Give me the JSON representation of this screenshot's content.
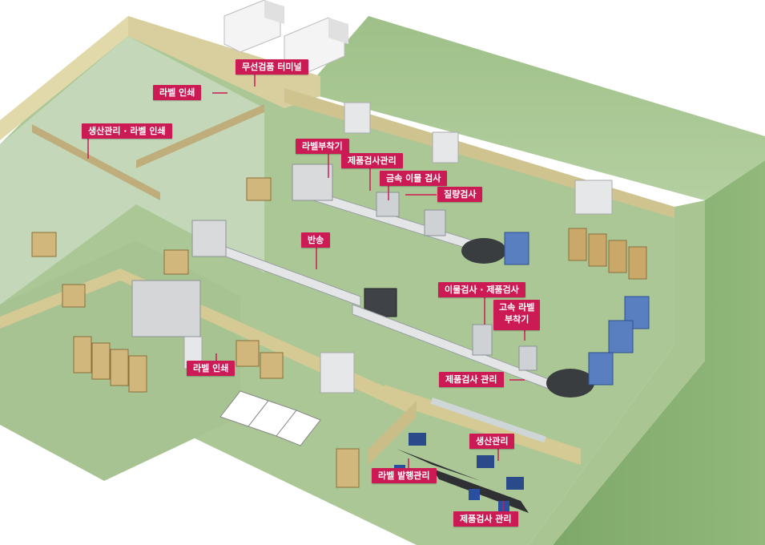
{
  "labels": {
    "wireless_terminal": "무선검품 터미널",
    "label_print_top": "라벨 인쇄",
    "prod_mgmt_label_print": "생산관리 · 라벨 인쇄",
    "label_attacher": "라벨부착기",
    "product_inspection_mgmt": "제품검사관리",
    "metal_detection": "금속 이물 검사",
    "weight_check": "질량검사",
    "conveyor": "반송",
    "foreign_product_inspection": "이물검사 · 제품검사",
    "high_speed_label_line1": "고속 라벨",
    "high_speed_label_line2": "부착기",
    "product_inspection_mgmt_2": "제품검사 관리",
    "label_print_bottom": "라벨 인쇄",
    "production_mgmt": "생산관리",
    "label_issue_mgmt": "라벨 발행관리",
    "product_inspection_mgmt_3": "제품검사 관리"
  },
  "colors": {
    "callout": "#cc1a55",
    "wall": "#d9cf9e",
    "floor": "#aac795",
    "outer_wall": "#8fb27a",
    "equipment": "#d8dadc"
  }
}
